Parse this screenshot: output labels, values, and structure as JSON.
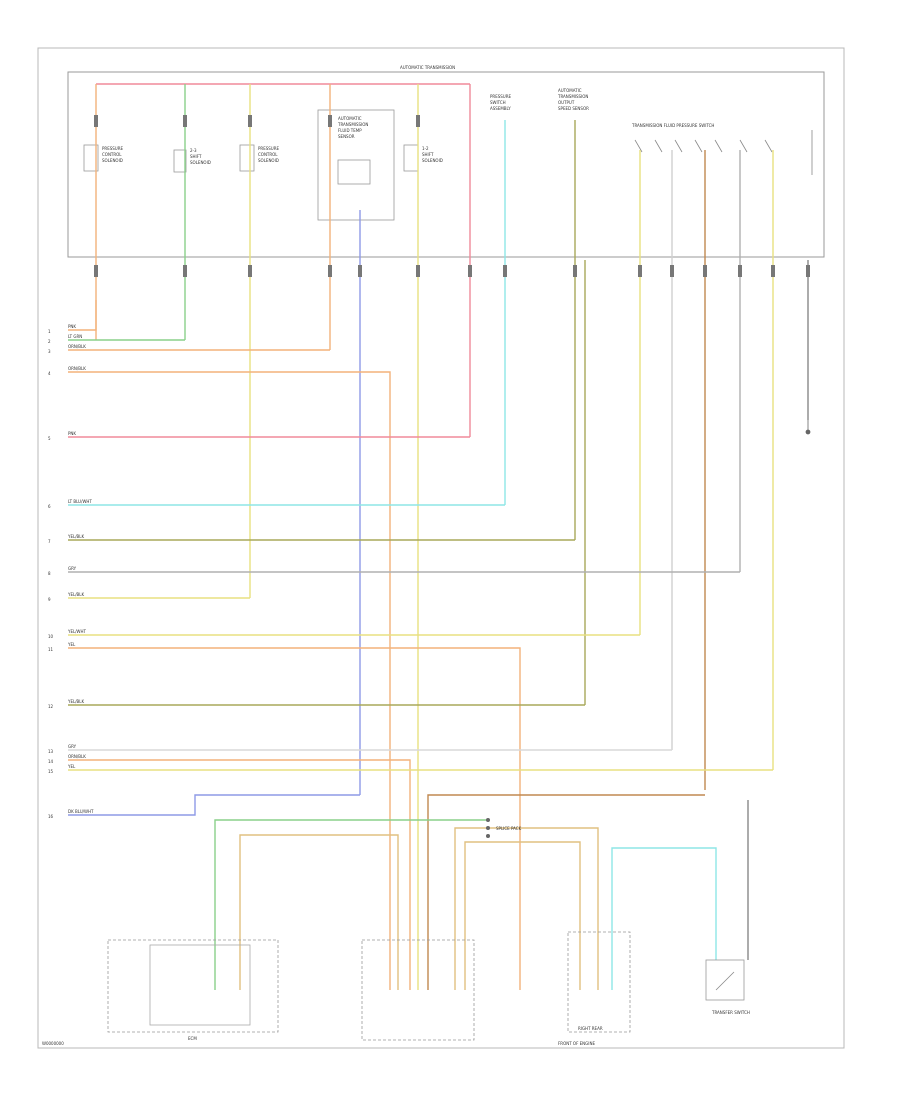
{
  "diagram": {
    "module_title": "AUTOMATIC TRANSMISSION",
    "footer_code": "W0000000",
    "pin_labels_left": [
      "1",
      "2",
      "3",
      "4",
      "5",
      "6",
      "7",
      "8",
      "9",
      "10",
      "11",
      "12",
      "13",
      "14",
      "15",
      "16"
    ],
    "colors": {
      "pink": "#f08a9a",
      "green": "#8ad08a",
      "orange": "#f3b27a",
      "yellow": "#e8e080",
      "cyan": "#8ee6e6",
      "olive": "#a8a85a",
      "gray": "#b0b0b0",
      "blue": "#8e9ae6",
      "tan": "#e0c080",
      "brown": "#c08850"
    },
    "wire_tags": [
      "PNK",
      "LT GRN",
      "ORN/BLK",
      "ORN/BLK",
      "PNK",
      "LT BLU/WHT",
      "YEL/BLK",
      "GRY",
      "YEL/BLK",
      "YEL/WHT",
      "YEL",
      "YEL/BLK",
      "GRY",
      "ORN/BLK",
      "YEL",
      "DK BLU/WHT"
    ],
    "components": {
      "splice": "SPLICE PACK",
      "switch": "TRANSFER SWITCH",
      "bottom_left_box": "ECM",
      "bottom_mid_box": "RIGHT REAR",
      "bottom_mid_label": "FRONT OF ENGINE"
    }
  }
}
